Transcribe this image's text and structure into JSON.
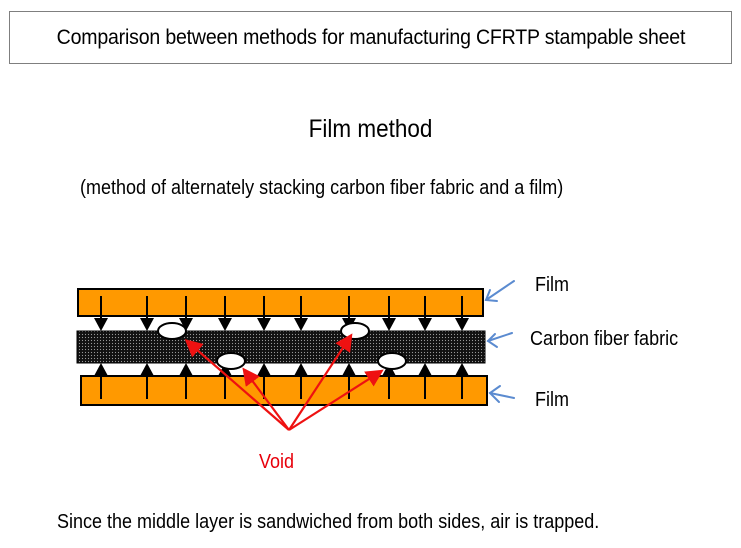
{
  "title": "Comparison between methods for manufacturing CFRTP stampable sheet",
  "heading": "Film method",
  "subheading": "(method of alternately stacking carbon fiber fabric and a film)",
  "diagram": {
    "layers": [
      {
        "name": "top-film",
        "label": "Film",
        "material": "film"
      },
      {
        "name": "carbon-fiber-fabric",
        "label": "Carbon fiber fabric",
        "material": "fabric"
      },
      {
        "name": "bottom-film",
        "label": "Film",
        "material": "film"
      }
    ],
    "pressure_arrow_count": 10,
    "void_count": 4,
    "void_label": "Void",
    "colors": {
      "film": "#ff9900",
      "fabric": "#1a1a1a",
      "void_arrow": "#ee1111",
      "label_arrow": "#5b8bd0",
      "void_label": "#e8000b"
    }
  },
  "footer": "Since the middle layer is sandwiched from both sides, air is trapped."
}
